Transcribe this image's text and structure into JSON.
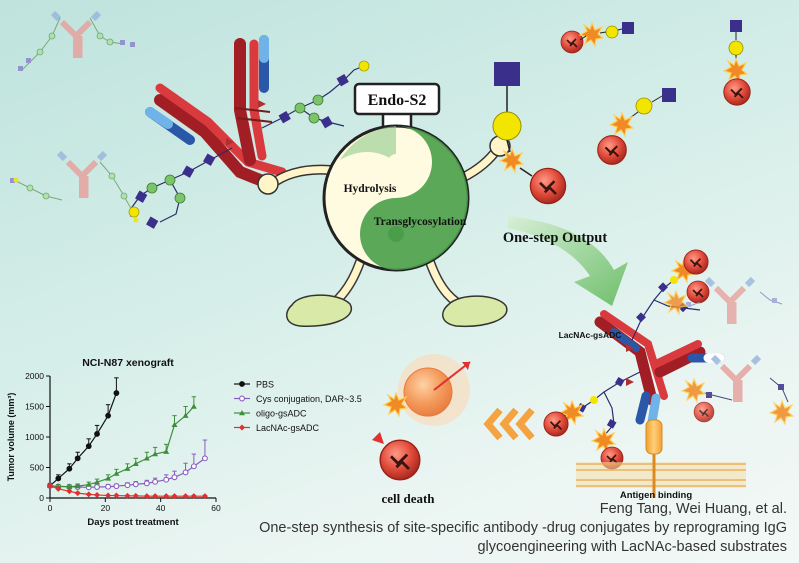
{
  "enzyme": {
    "name": "Endo-S2",
    "hydrolysis": "Hydrolysis",
    "transglycosylation": "Transglycosylation"
  },
  "labels": {
    "one_step": "One-step Output",
    "lacnac_gsadc": "LacNAc-gsADC",
    "cell_death": "cell death",
    "antigen_binding": "Antigen binding"
  },
  "caption": {
    "authors": "Feng Tang, Wei Huang, et al.",
    "line1": "One-step synthesis of site-specific antibody -drug conjugates by reprograming IgG",
    "line2": "glycoengineering with LacNAc-based substrates"
  },
  "colors": {
    "antibody_red": "#c8262c",
    "antibody_blue": "#2a57a8",
    "glcnac": "#3b2f8c",
    "mannose": "#6ab04c",
    "galactose": "#f2e600",
    "drug": "#e04a3a",
    "enzyme_green": "#3f9a45",
    "arrow_green": "#7bc47a",
    "chevron": "#f4a340"
  },
  "chart_data": {
    "type": "line",
    "title": "NCI-N87 xenograft",
    "xlabel": "Days post treatment",
    "ylabel": "Tumor volume (mm³)",
    "xlim": [
      0,
      60
    ],
    "ylim": [
      0,
      2000
    ],
    "xticks": [
      "0",
      "20",
      "40",
      "60"
    ],
    "yticks": [
      "0",
      "500",
      "1000",
      "1500",
      "2000"
    ],
    "legend_position": "right",
    "series": [
      {
        "name": "PBS",
        "color": "#111111",
        "marker": "circle",
        "x": [
          0,
          3,
          7,
          10,
          14,
          17,
          21,
          24
        ],
        "y": [
          200,
          320,
          480,
          650,
          850,
          1050,
          1350,
          1720
        ],
        "err": [
          40,
          60,
          80,
          100,
          120,
          140,
          180,
          250
        ]
      },
      {
        "name": "Cys conjugation, DAR~3.5",
        "color": "#8b5cc0",
        "marker": "circle-open",
        "x": [
          0,
          3,
          7,
          10,
          14,
          17,
          21,
          24,
          28,
          31,
          35,
          38,
          42,
          45,
          49,
          52,
          56
        ],
        "y": [
          200,
          190,
          185,
          180,
          175,
          180,
          185,
          195,
          210,
          225,
          240,
          265,
          300,
          340,
          420,
          520,
          650
        ],
        "err": [
          30,
          30,
          30,
          30,
          30,
          30,
          35,
          35,
          40,
          45,
          50,
          60,
          80,
          100,
          150,
          200,
          300
        ]
      },
      {
        "name": "oligo-gsADC",
        "color": "#3f8f3a",
        "marker": "triangle",
        "x": [
          0,
          3,
          7,
          10,
          14,
          17,
          21,
          24,
          28,
          31,
          35,
          38,
          42,
          45,
          49,
          52
        ],
        "y": [
          200,
          190,
          185,
          195,
          220,
          260,
          320,
          400,
          480,
          560,
          650,
          720,
          760,
          1200,
          1350,
          1500
        ],
        "err": [
          30,
          30,
          30,
          35,
          40,
          50,
          60,
          70,
          80,
          90,
          100,
          110,
          120,
          150,
          150,
          160
        ]
      },
      {
        "name": "LacNAc-gsADC",
        "color": "#e0302f",
        "marker": "diamond",
        "x": [
          0,
          3,
          7,
          10,
          14,
          17,
          21,
          24,
          28,
          31,
          35,
          38,
          42,
          45,
          49,
          52,
          56
        ],
        "y": [
          200,
          150,
          110,
          80,
          60,
          50,
          40,
          40,
          35,
          35,
          30,
          30,
          30,
          30,
          30,
          30,
          30
        ],
        "err": [
          30,
          25,
          20,
          15,
          10,
          10,
          10,
          10,
          10,
          10,
          10,
          10,
          10,
          10,
          10,
          10,
          10
        ]
      }
    ]
  }
}
